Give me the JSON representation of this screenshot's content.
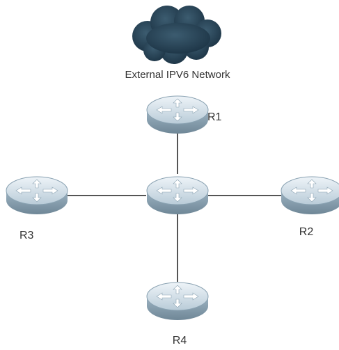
{
  "diagram": {
    "cloud": {
      "label": "External IPV6 Network",
      "color": "#1f3a4c"
    },
    "routers": [
      {
        "id": "R1",
        "label": "R1"
      },
      {
        "id": "center",
        "label": ""
      },
      {
        "id": "R3",
        "label": "R3"
      },
      {
        "id": "R2",
        "label": "R2"
      },
      {
        "id": "R4",
        "label": "R4"
      }
    ],
    "links": [
      {
        "from": "R1",
        "to": "center"
      },
      {
        "from": "R3",
        "to": "center"
      },
      {
        "from": "center",
        "to": "R2"
      },
      {
        "from": "center",
        "to": "R4"
      }
    ],
    "colors": {
      "router_top": "#dce9f1",
      "router_side": "#9eb6c5",
      "router_arrows": "#ffffff",
      "link": "#555555"
    }
  }
}
